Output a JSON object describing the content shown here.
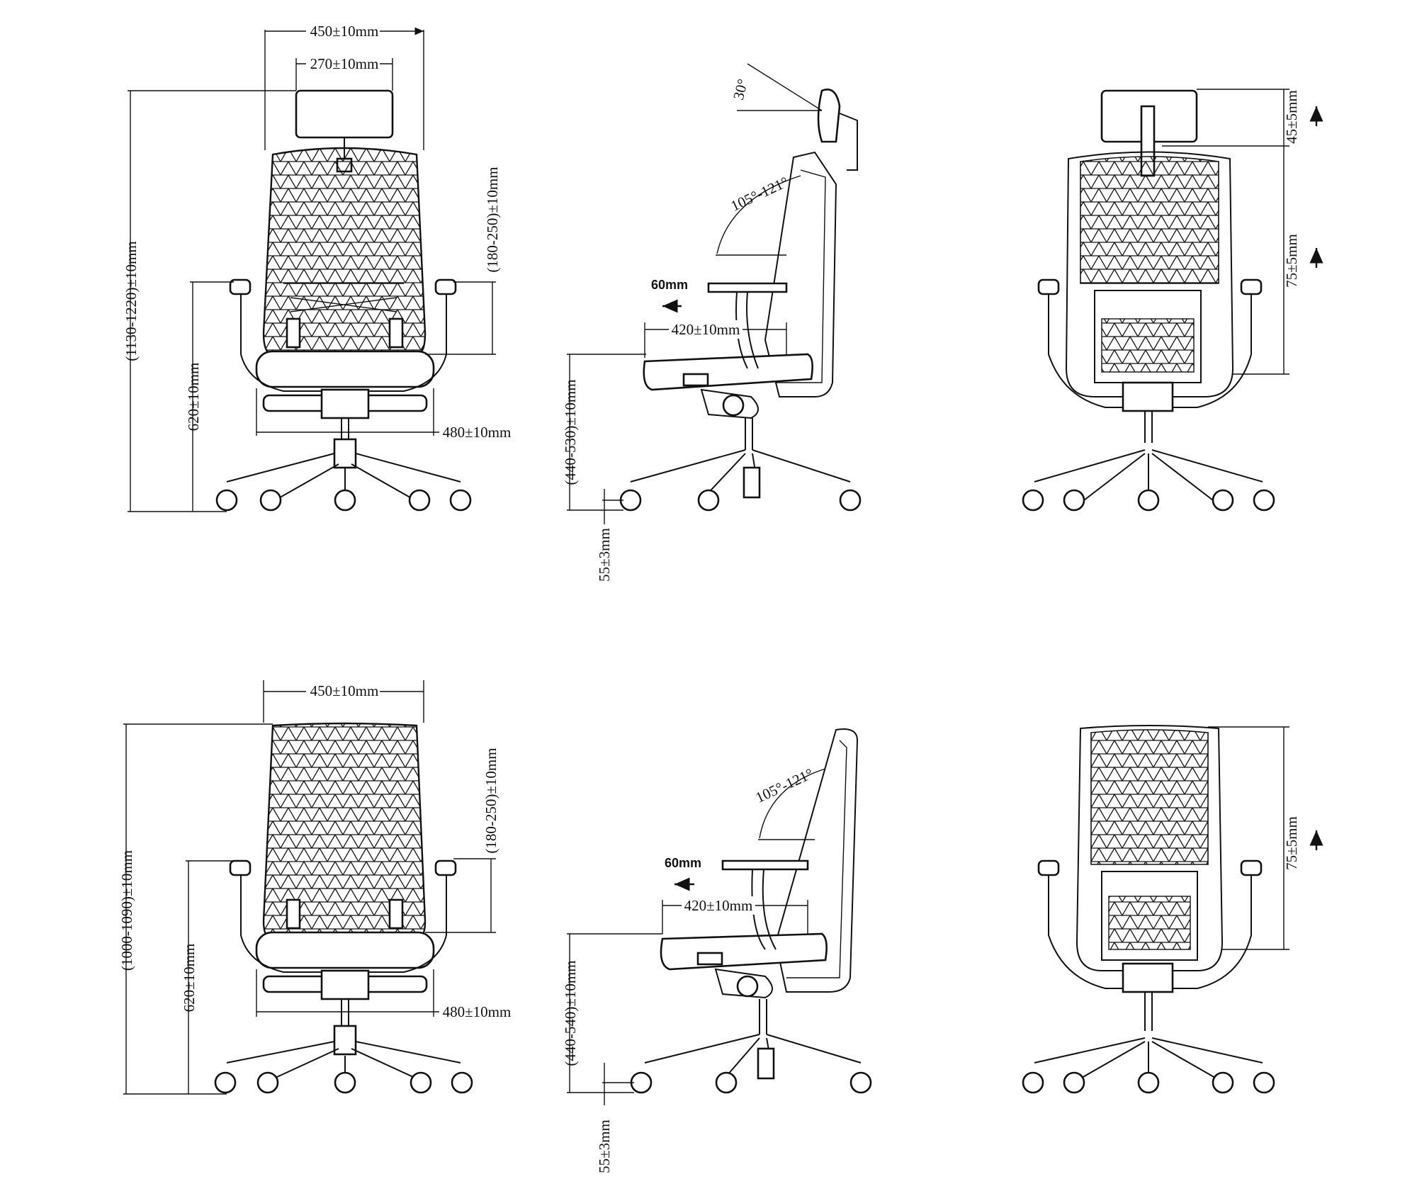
{
  "colors": {
    "line": "#111111",
    "background": "#ffffff"
  },
  "views": [
    {
      "id": "highback",
      "front": {
        "overall_width": "450±10mm",
        "headrest_width": "270±10mm",
        "overall_height": "(1130-1220)±10mm",
        "backrest_adjust": "(180-250)±10mm",
        "armrest_height": "620±10mm",
        "base_width": "480±10mm"
      },
      "side": {
        "headrest_tilt": "30°",
        "recline": "105°-121°",
        "arm_slide": "60mm",
        "seat_depth": "420±10mm",
        "seat_height": "(440-530)±10mm",
        "caster_height": "55±3mm"
      },
      "back": {
        "headrest_adjust": "45±5mm",
        "lumbar_adjust": "75±5mm"
      }
    },
    {
      "id": "midback",
      "front": {
        "overall_width": "450±10mm",
        "overall_height": "(1000-1090)±10mm",
        "backrest_adjust": "(180-250)±10mm",
        "armrest_height": "620±10mm",
        "base_width": "480±10mm"
      },
      "side": {
        "recline": "105°-121°",
        "arm_slide": "60mm",
        "seat_depth": "420±10mm",
        "seat_height": "(440-540)±10mm",
        "caster_height": "55±3mm"
      },
      "back": {
        "lumbar_adjust": "75±5mm"
      }
    }
  ]
}
